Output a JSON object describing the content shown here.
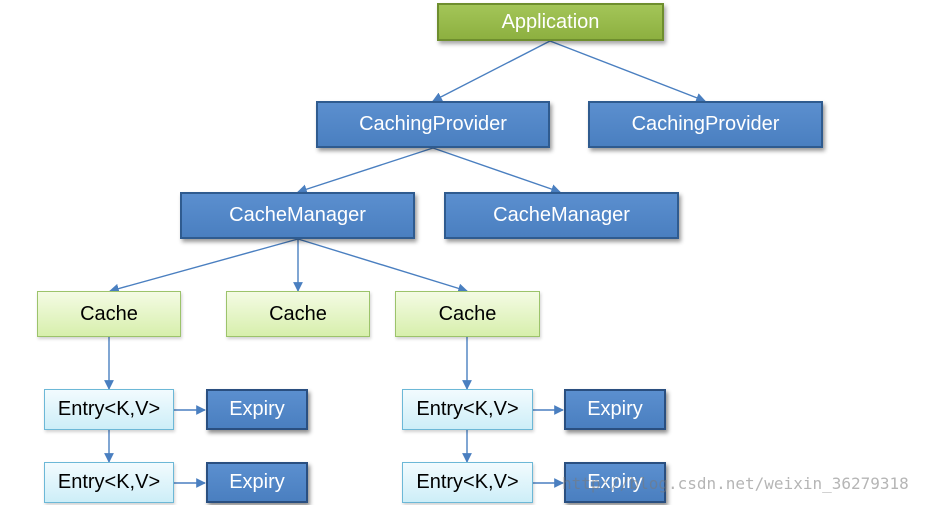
{
  "diagram": {
    "application": {
      "label": "Application"
    },
    "providers": [
      {
        "label": "CachingProvider"
      },
      {
        "label": "CachingProvider"
      }
    ],
    "managers": [
      {
        "label": "CacheManager"
      },
      {
        "label": "CacheManager"
      }
    ],
    "caches": [
      {
        "label": "Cache"
      },
      {
        "label": "Cache"
      },
      {
        "label": "Cache"
      }
    ],
    "entries": [
      {
        "label": "Entry<K,V>",
        "expiry": "Expiry"
      },
      {
        "label": "Entry<K,V>",
        "expiry": "Expiry"
      },
      {
        "label": "Entry<K,V>",
        "expiry": "Expiry"
      },
      {
        "label": "Entry<K,V>",
        "expiry": "Expiry"
      }
    ],
    "watermark": "http://blog.csdn.net/weixin_36279318"
  },
  "colors": {
    "application": "#8db040",
    "provider": "#4a7fc0",
    "cache": "#d7efac",
    "entry": "#cdeef8",
    "connector": "#4a7fc0"
  }
}
